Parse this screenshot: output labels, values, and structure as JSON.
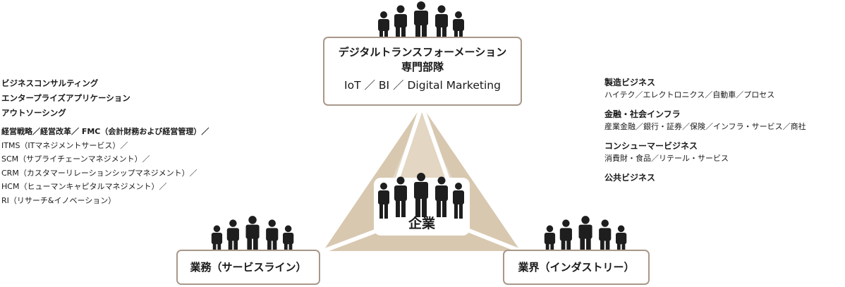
{
  "top_box": {
    "title_line1": "デジタルトランスフォーメーション",
    "title_line2": "専門部隊",
    "subtitle": "IoT ／ BI ／ Digital Marketing"
  },
  "center": {
    "label": "企業"
  },
  "left_box": {
    "label": "業務（サービスライン）"
  },
  "right_box": {
    "label": "業界（インダストリー）"
  },
  "left_text": {
    "headings": [
      "ビジネスコンサルティング",
      "エンタープライズアプリケーション",
      "アウトソーシング"
    ],
    "lines": [
      "経営戦略／経営改革／ FMC（会計財務および経営管理）／",
      "ITMS（ITマネジメントサービス）／",
      "SCM（サプライチェーンマネジメント）／",
      "CRM（カスタマーリレーションシップマネジメント）／",
      "HCM（ヒューマンキャピタルマネジメント）／",
      "RI（リサーチ&イノベーション）"
    ]
  },
  "right_text": {
    "sections": [
      {
        "heading": "製造ビジネス",
        "detail": "ハイテク／エレクトロニクス／自動車／プロセス"
      },
      {
        "heading": "金融・社会インフラ",
        "detail": "産業金融／銀行・証券／保険／インフラ・サービス／商社"
      },
      {
        "heading": "コンシューマービジネス",
        "detail": "消費財・食品／リテール・サービス"
      },
      {
        "heading": "公共ビジネス",
        "detail": ""
      }
    ]
  },
  "colors": {
    "triangle_fill": "#d8c8b0",
    "box_border": "#a8988a",
    "people": "#1e1e1e"
  }
}
